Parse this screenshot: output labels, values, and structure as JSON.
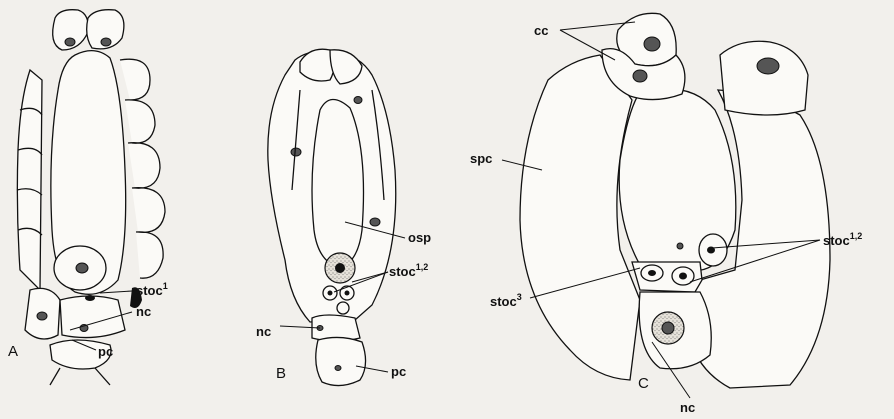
{
  "panels": [
    {
      "id": "A",
      "label": "A"
    },
    {
      "id": "B",
      "label": "B"
    },
    {
      "id": "C",
      "label": "C"
    }
  ],
  "labels": {
    "a_stoc": {
      "main": "stoc",
      "sup": "1"
    },
    "a_nc": {
      "main": "nc"
    },
    "a_pc": {
      "main": "pc"
    },
    "b_osp": {
      "main": "osp"
    },
    "b_stoc": {
      "main": "stoc",
      "sup": "1,2"
    },
    "b_nc": {
      "main": "nc"
    },
    "b_pc": {
      "main": "pc"
    },
    "c_cc": {
      "main": "cc"
    },
    "c_spc": {
      "main": "spc"
    },
    "c_stoc12": {
      "main": "stoc",
      "sup": "1,2"
    },
    "c_stoc3": {
      "main": "stoc",
      "sup": "3"
    },
    "c_nc": {
      "main": "nc"
    }
  }
}
